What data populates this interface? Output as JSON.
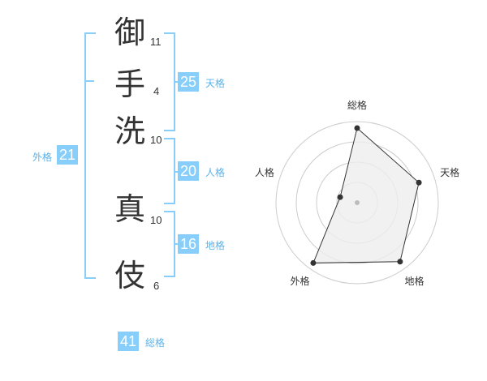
{
  "name_chars": [
    {
      "char": "御",
      "strokes": "11"
    },
    {
      "char": "手",
      "strokes": "4"
    },
    {
      "char": "洗",
      "strokes": "10"
    },
    {
      "char": "真",
      "strokes": "10"
    },
    {
      "char": "伎",
      "strokes": "6"
    }
  ],
  "kaku": {
    "tenkaku": {
      "value": "25",
      "label": "天格"
    },
    "jinkaku": {
      "value": "20",
      "label": "人格"
    },
    "chikaku": {
      "value": "16",
      "label": "地格"
    },
    "gaikaku": {
      "value": "21",
      "label": "外格"
    },
    "soukaku": {
      "value": "41",
      "label": "総格"
    }
  },
  "colors": {
    "accent": "#87CEFA",
    "label": "#5BB3E8",
    "text": "#333333",
    "grid": "#cccccc",
    "fill": "#eeeeee"
  },
  "chart_data": {
    "type": "radar",
    "axes": [
      "総格",
      "天格",
      "地格",
      "外格",
      "人格"
    ],
    "values": [
      0.92,
      0.8,
      0.9,
      0.92,
      0.22
    ],
    "rings": 4
  }
}
